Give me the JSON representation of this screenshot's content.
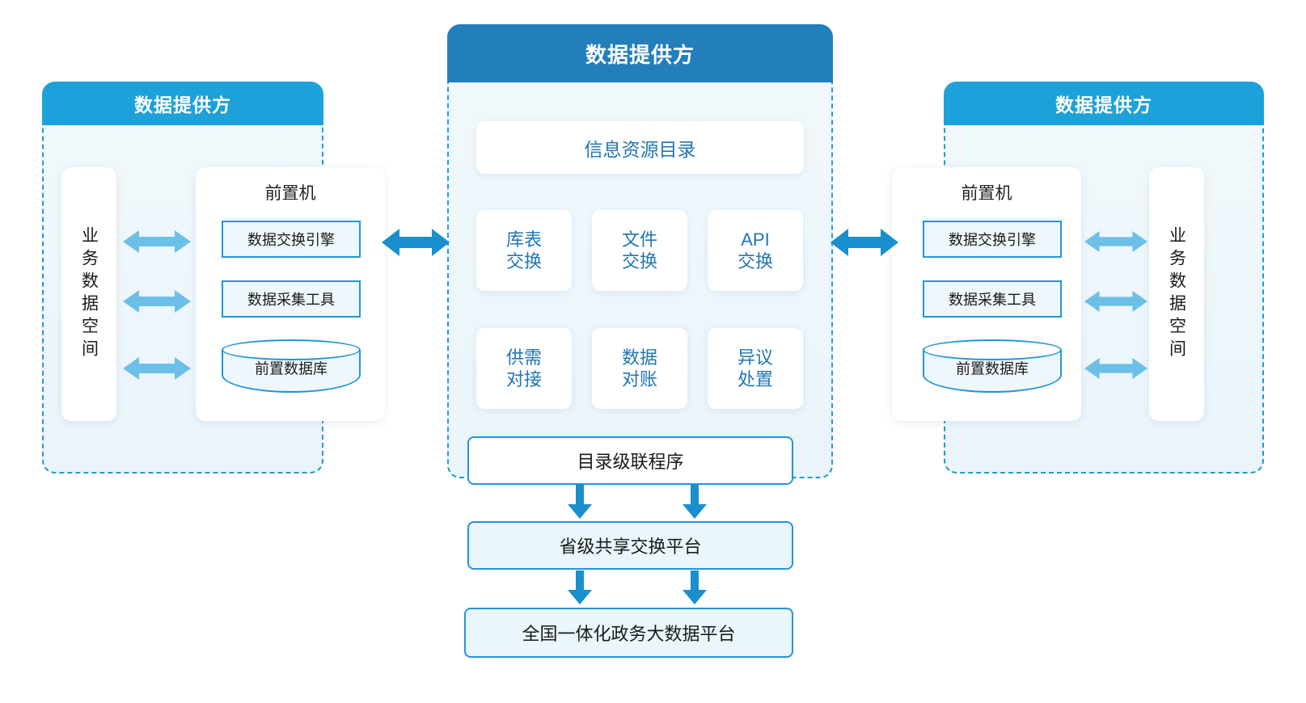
{
  "diagram": {
    "accent_dark": "#227fbc",
    "accent": "#1da1da",
    "accent_light": "#6cc0e8",
    "border_blue": "#2196d9",
    "box_fill": "#eef7fc"
  },
  "left_panel": {
    "title": "数据提供方",
    "space_column": "业务数据空间",
    "machine_title": "前置机",
    "items": [
      "数据交换引擎",
      "数据采集工具"
    ],
    "database": "前置数据库"
  },
  "right_panel": {
    "title": "数据提供方",
    "space_column": "业务数据空间",
    "machine_title": "前置机",
    "items": [
      "数据交换引擎",
      "数据采集工具"
    ],
    "database": "前置数据库"
  },
  "center_panel": {
    "title": "数据提供方",
    "catalog": "信息资源目录",
    "grid": [
      {
        "line1": "库表",
        "line2": "交换"
      },
      {
        "line1": "文件",
        "line2": "交换"
      },
      {
        "line1": "API",
        "line2": "交换"
      },
      {
        "line1": "供需",
        "line2": "对接"
      },
      {
        "line1": "数据",
        "line2": "对账"
      },
      {
        "line1": "异议",
        "line2": "处置"
      }
    ]
  },
  "flow": {
    "step1": "目录级联程序",
    "step2": "省级共享交换平台",
    "step3": "全国一体化政务大数据平台"
  }
}
